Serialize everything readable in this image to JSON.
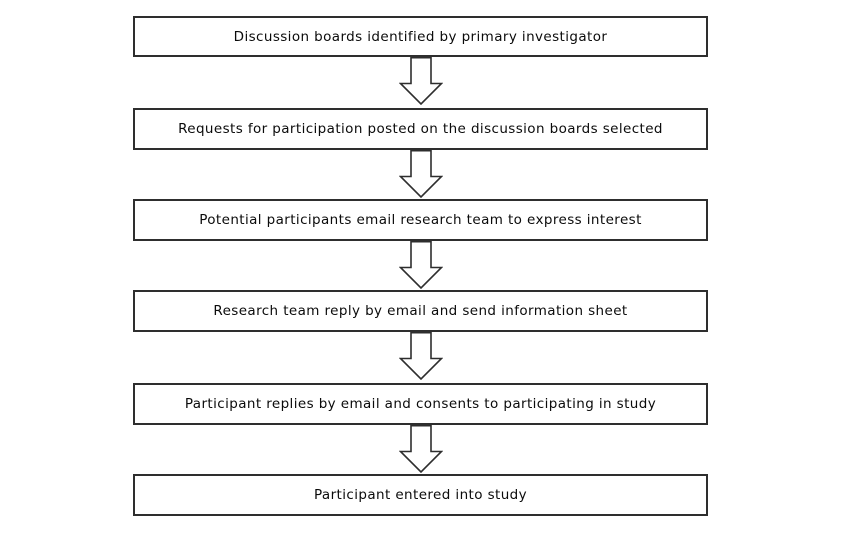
{
  "diagram": {
    "type": "flowchart",
    "direction": "top-down",
    "steps": [
      {
        "label": "Discussion boards identified by primary investigator"
      },
      {
        "label": "Requests for participation posted on the discussion boards selected"
      },
      {
        "label": "Potential participants email research team to express interest"
      },
      {
        "label": "Research team reply by email and send information sheet"
      },
      {
        "label": "Participant replies by email and consents to participating in study"
      },
      {
        "label": "Participant entered into study"
      }
    ],
    "connector": "hollow-down-arrow",
    "colors": {
      "box_border": "#2e2e2e",
      "box_fill": "#ffffff",
      "arrow_outline": "#2e2e2e",
      "arrow_fill": "#ffffff",
      "text": "#0b0b0b",
      "background": "#ffffff"
    }
  }
}
